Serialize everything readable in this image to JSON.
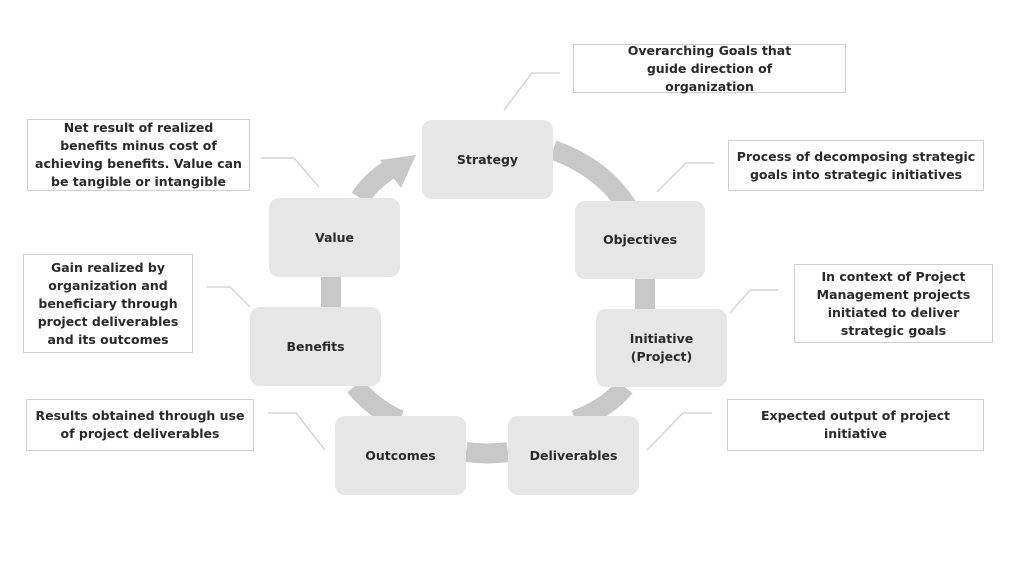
{
  "diagram": {
    "type": "cycle",
    "colors": {
      "stage_fill": "#e6e6e6",
      "ring": "#c8c8c8",
      "note_border": "#cfcfcf",
      "connector": "#cccccc",
      "text": "#2a2a2a"
    },
    "stages": [
      {
        "id": "strategy",
        "label": "Strategy",
        "note": "Overarching Goals that guide direction of organization"
      },
      {
        "id": "objectives",
        "label": "Objectives",
        "note": "Process of decomposing strategic goals into strategic initiatives"
      },
      {
        "id": "initiative",
        "label": "Initiative\n(Project)",
        "note": "In context of Project Management projects initiated to deliver strategic goals"
      },
      {
        "id": "deliverables",
        "label": "Deliverables",
        "note": "Expected output of project initiative"
      },
      {
        "id": "outcomes",
        "label": "Outcomes",
        "note": "Results obtained through use of project deliverables"
      },
      {
        "id": "benefits",
        "label": "Benefits",
        "note": "Gain realized by organization and beneficiary through project deliverables and its outcomes"
      },
      {
        "id": "value",
        "label": "Value",
        "note": "Net result of realized benefits minus cost of achieving benefits. Value can be tangible or intangible"
      }
    ],
    "flow_direction": "clockwise, Value returns to Strategy (arrow)"
  }
}
